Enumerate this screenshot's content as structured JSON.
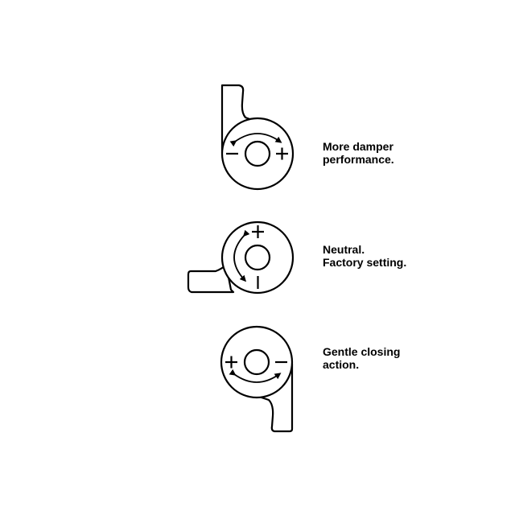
{
  "settings": [
    {
      "id": "more-damper",
      "lines": [
        "More damper",
        "performance."
      ],
      "rotation_signs": [
        "−",
        "+"
      ]
    },
    {
      "id": "neutral",
      "lines": [
        "Neutral.",
        "Factory setting."
      ],
      "rotation_signs": [
        "+",
        "−"
      ]
    },
    {
      "id": "gentle-closing",
      "lines": [
        "Gentle closing",
        "action."
      ],
      "rotation_signs": [
        "+",
        "−"
      ]
    }
  ],
  "colors": {
    "stroke": "#000000",
    "background": "#ffffff",
    "text": "#000000"
  }
}
